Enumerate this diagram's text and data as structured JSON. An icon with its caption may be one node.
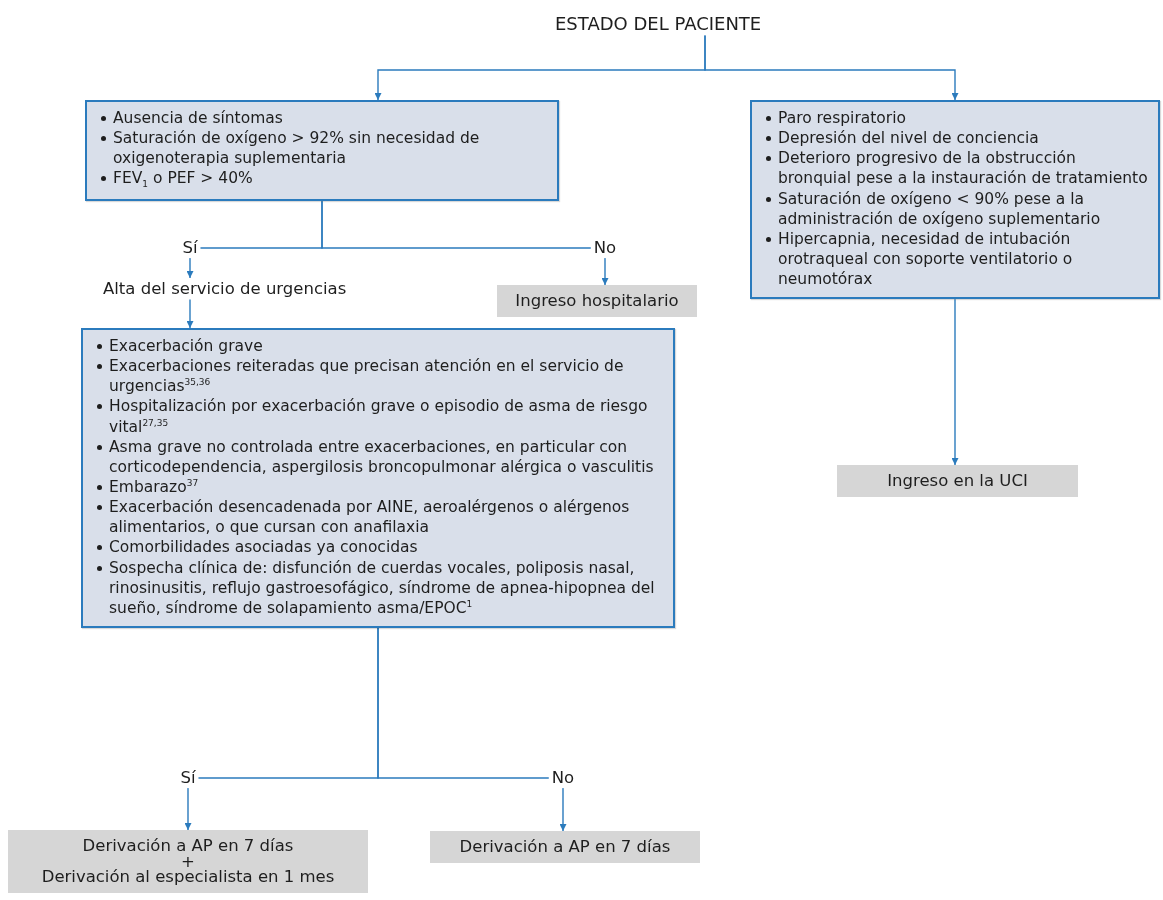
{
  "diagram": {
    "nodes": [
      {
        "text": [
          "ESTADO DEL PACIENTE"
        ]
      },
      {
        "text": [
          "Ausencia de síntomas",
          "Saturación de oxígeno > 92% sin necesidad de oxigenoterapia suplementaria",
          "FEV$_{1}$ o PEF > 40%"
        ]
      },
      {
        "text": [
          "Paro respiratorio",
          "Depresión del nivel de conciencia",
          "Deterioro progresivo de la obstrucción bronquial pese a la instauración de tratamiento",
          "Saturación de oxígeno < 90% pese a la administración de oxígeno suplementario",
          "Hipercapnia, necesidad de intubación orotraqueal con soporte ventilatorio o neumotórax"
        ]
      },
      {
        "text": [
          "Alta del servicio de urgencias"
        ]
      },
      {
        "text": [
          "Ingreso hospitalario"
        ]
      },
      {
        "text": [
          "Exacerbación grave",
          "Exacerbaciones reiteradas que precisan atención en el servicio de urgencias$^{35,36}$",
          "Hospitalización por exacerbación grave o episodio de asma de riesgo vital$^{27,35}$",
          "Asma grave no controlada entre exacerbaciones, en particular con corticodependencia, aspergilosis broncopulmonar alérgica o vasculitis",
          "Embarazo$^{37}$",
          "Exacerbación desencadenada por AINE, aeroalérgenos o alérgenos alimentarios, o que cursan con anafilaxia",
          "Comorbilidades asociadas ya conocidas",
          "Sospecha clínica de: disfunción de cuerdas vocales, poliposis nasal, rinosinusitis, reflujo gastroesofágico, síndrome de apnea-hipopnea del sueño, síndrome de solapamiento asma/EPOC$^{1}$"
        ]
      },
      {
        "text": [
          "Ingreso en la UCI"
        ]
      },
      {
        "text": [
          "Derivación a AP en 7 días",
          "+",
          "Derivación al especialista en 1 mes"
        ]
      },
      {
        "text": [
          "Derivación a AP en 7 días"
        ]
      }
    ],
    "edges": [
      {
        "from": 0,
        "to": 1,
        "arrow": "to"
      },
      {
        "from": 0,
        "to": 2,
        "arrow": "to"
      },
      {
        "from": 1,
        "to": 3,
        "arrow": "to",
        "label": "Sí"
      },
      {
        "from": 1,
        "to": 4,
        "arrow": "to",
        "label": "No"
      },
      {
        "from": 3,
        "to": 5,
        "arrow": "to"
      },
      {
        "from": 2,
        "to": 6,
        "arrow": "to"
      },
      {
        "from": 5,
        "to": 7,
        "arrow": "to",
        "label": "Sí"
      },
      {
        "from": 5,
        "to": 8,
        "arrow": "to",
        "label": "No"
      }
    ]
  }
}
